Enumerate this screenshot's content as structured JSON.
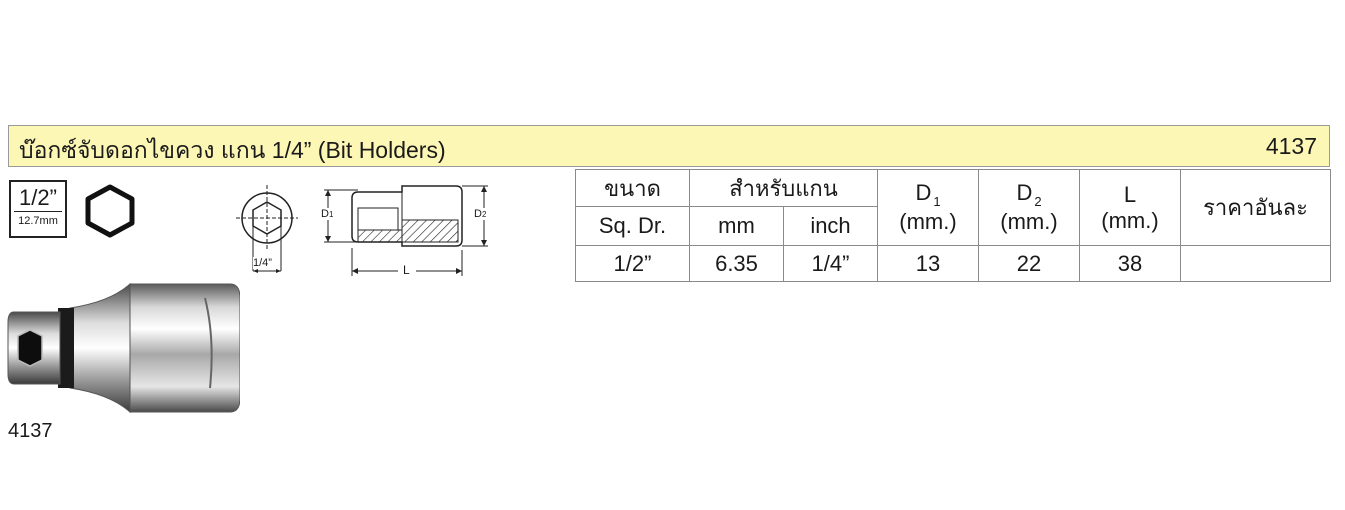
{
  "header": {
    "title": "บ๊อกซ์จับดอกไขควง แกน 1/4” (Bit Holders)",
    "code": "4137"
  },
  "size_badge": {
    "size": "1/2”",
    "metric": "12.7mm"
  },
  "icons": {
    "hex": "hexagon-icon"
  },
  "diagram": {
    "end_view_label": "1/4”",
    "d1_label": "D",
    "d1_sub": "1",
    "d2_label": "D",
    "d2_sub": "2",
    "length_label": "L"
  },
  "table": {
    "headers": {
      "size_top": "ขนาด",
      "size_bottom": "Sq. Dr.",
      "shank": "สำหรับแกน",
      "shank_mm": "mm",
      "shank_inch": "inch",
      "d1": "D",
      "d1_sub": "1",
      "d1_unit": "(mm.)",
      "d2": "D",
      "d2_sub": "2",
      "d2_unit": "(mm.)",
      "l": "L",
      "l_unit": "(mm.)",
      "price": "ราคาอันละ"
    },
    "rows": [
      {
        "size": "1/2”",
        "mm": "6.35",
        "inch": "1/4”",
        "d1": "13",
        "d2": "22",
        "l": "38",
        "price": ""
      }
    ]
  },
  "photo": {
    "caption": "4137"
  }
}
